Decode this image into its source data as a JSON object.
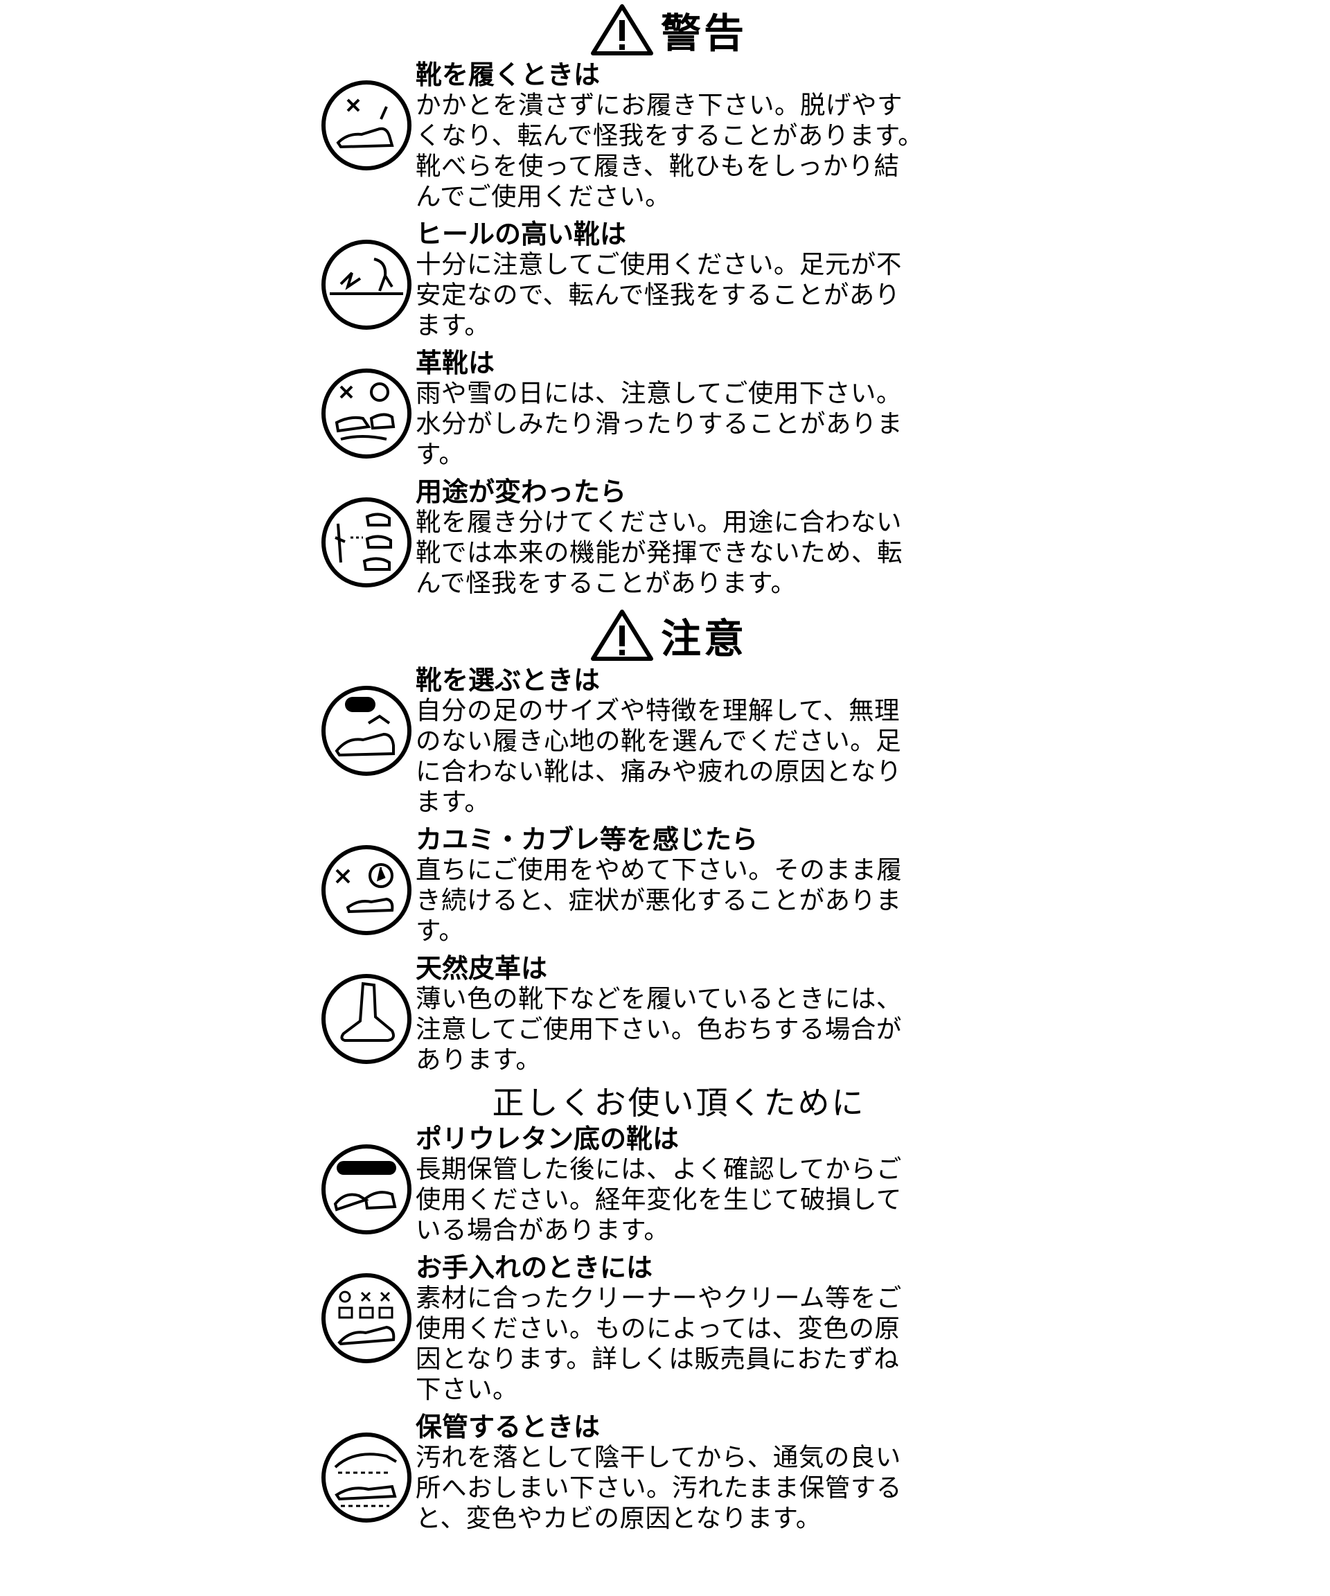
{
  "colors": {
    "ink": "#000000",
    "background": "#ffffff"
  },
  "warning": {
    "title": "警告",
    "icon": "warning-triangle-icon",
    "items": [
      {
        "heading": "靴を履くときは",
        "icon": "shoe-heel-crush-icon",
        "lines": [
          "かかとを潰さずにお履き下さい。脱げやす",
          "くなり、転んで怪我をすることがあります。",
          "靴べらを使って履き、靴ひもをしっかり結",
          "んでご使用ください。"
        ]
      },
      {
        "heading": "ヒールの高い靴は",
        "icon": "high-heel-fall-icon",
        "lines": [
          "十分に注意してご使用ください。足元が不",
          "安定なので、転んで怪我をすることがあり",
          "ます。"
        ]
      },
      {
        "heading": "革靴は",
        "icon": "rain-slip-icon",
        "lines": [
          "雨や雪の日には、注意してご使用下さい。",
          "水分がしみたり滑ったりすることがありま",
          "す。"
        ]
      },
      {
        "heading": "用途が変わったら",
        "icon": "shoe-purpose-icon",
        "lines": [
          "靴を履き分けてください。用途に合わない",
          "靴では本来の機能が発揮できないため、転",
          "んで怪我をすることがあります。"
        ]
      }
    ]
  },
  "caution": {
    "title": "注意",
    "icon": "warning-triangle-icon",
    "items": [
      {
        "heading": "靴を選ぶときは",
        "icon": "shoe-size-select-icon",
        "lines": [
          "自分の足のサイズや特徴を理解して、無理",
          "のない履き心地の靴を選んでください。足",
          "に合わない靴は、痛みや疲れの原因となり",
          "ます。"
        ]
      },
      {
        "heading": "カユミ・カブレ等を感じたら",
        "icon": "itch-stop-icon",
        "lines": [
          "直ちにご使用をやめて下さい。そのまま履",
          "き続けると、症状が悪化することがありま",
          "す。"
        ]
      },
      {
        "heading": "天然皮革は",
        "icon": "foot-sock-icon",
        "lines": [
          "薄い色の靴下などを履いているときには、",
          "注意してご使用下さい。色おちする場合が",
          "あります。"
        ]
      }
    ]
  },
  "proper_use": {
    "title": "正しくお使い頂くために",
    "items": [
      {
        "heading": "ポリウレタン底の靴は",
        "icon": "sole-storage-check-icon",
        "lines": [
          "長期保管した後には、よく確認してからご",
          "使用ください。経年変化を生じて破損して",
          "いる場合があります。"
        ]
      },
      {
        "heading": "お手入れのときには",
        "icon": "cleaner-care-icon",
        "lines": [
          "素材に合ったクリーナーやクリーム等をご",
          "使用ください。ものによっては、変色の原",
          "因となります。詳しくは販売員におたずね",
          "下さい。"
        ]
      },
      {
        "heading": "保管するときは",
        "icon": "shoe-storage-icon",
        "lines": [
          "汚れを落として陰干してから、通気の良い",
          "所へおしまい下さい。汚れたまま保管する",
          "と、変色やカビの原因となります。"
        ]
      }
    ]
  }
}
